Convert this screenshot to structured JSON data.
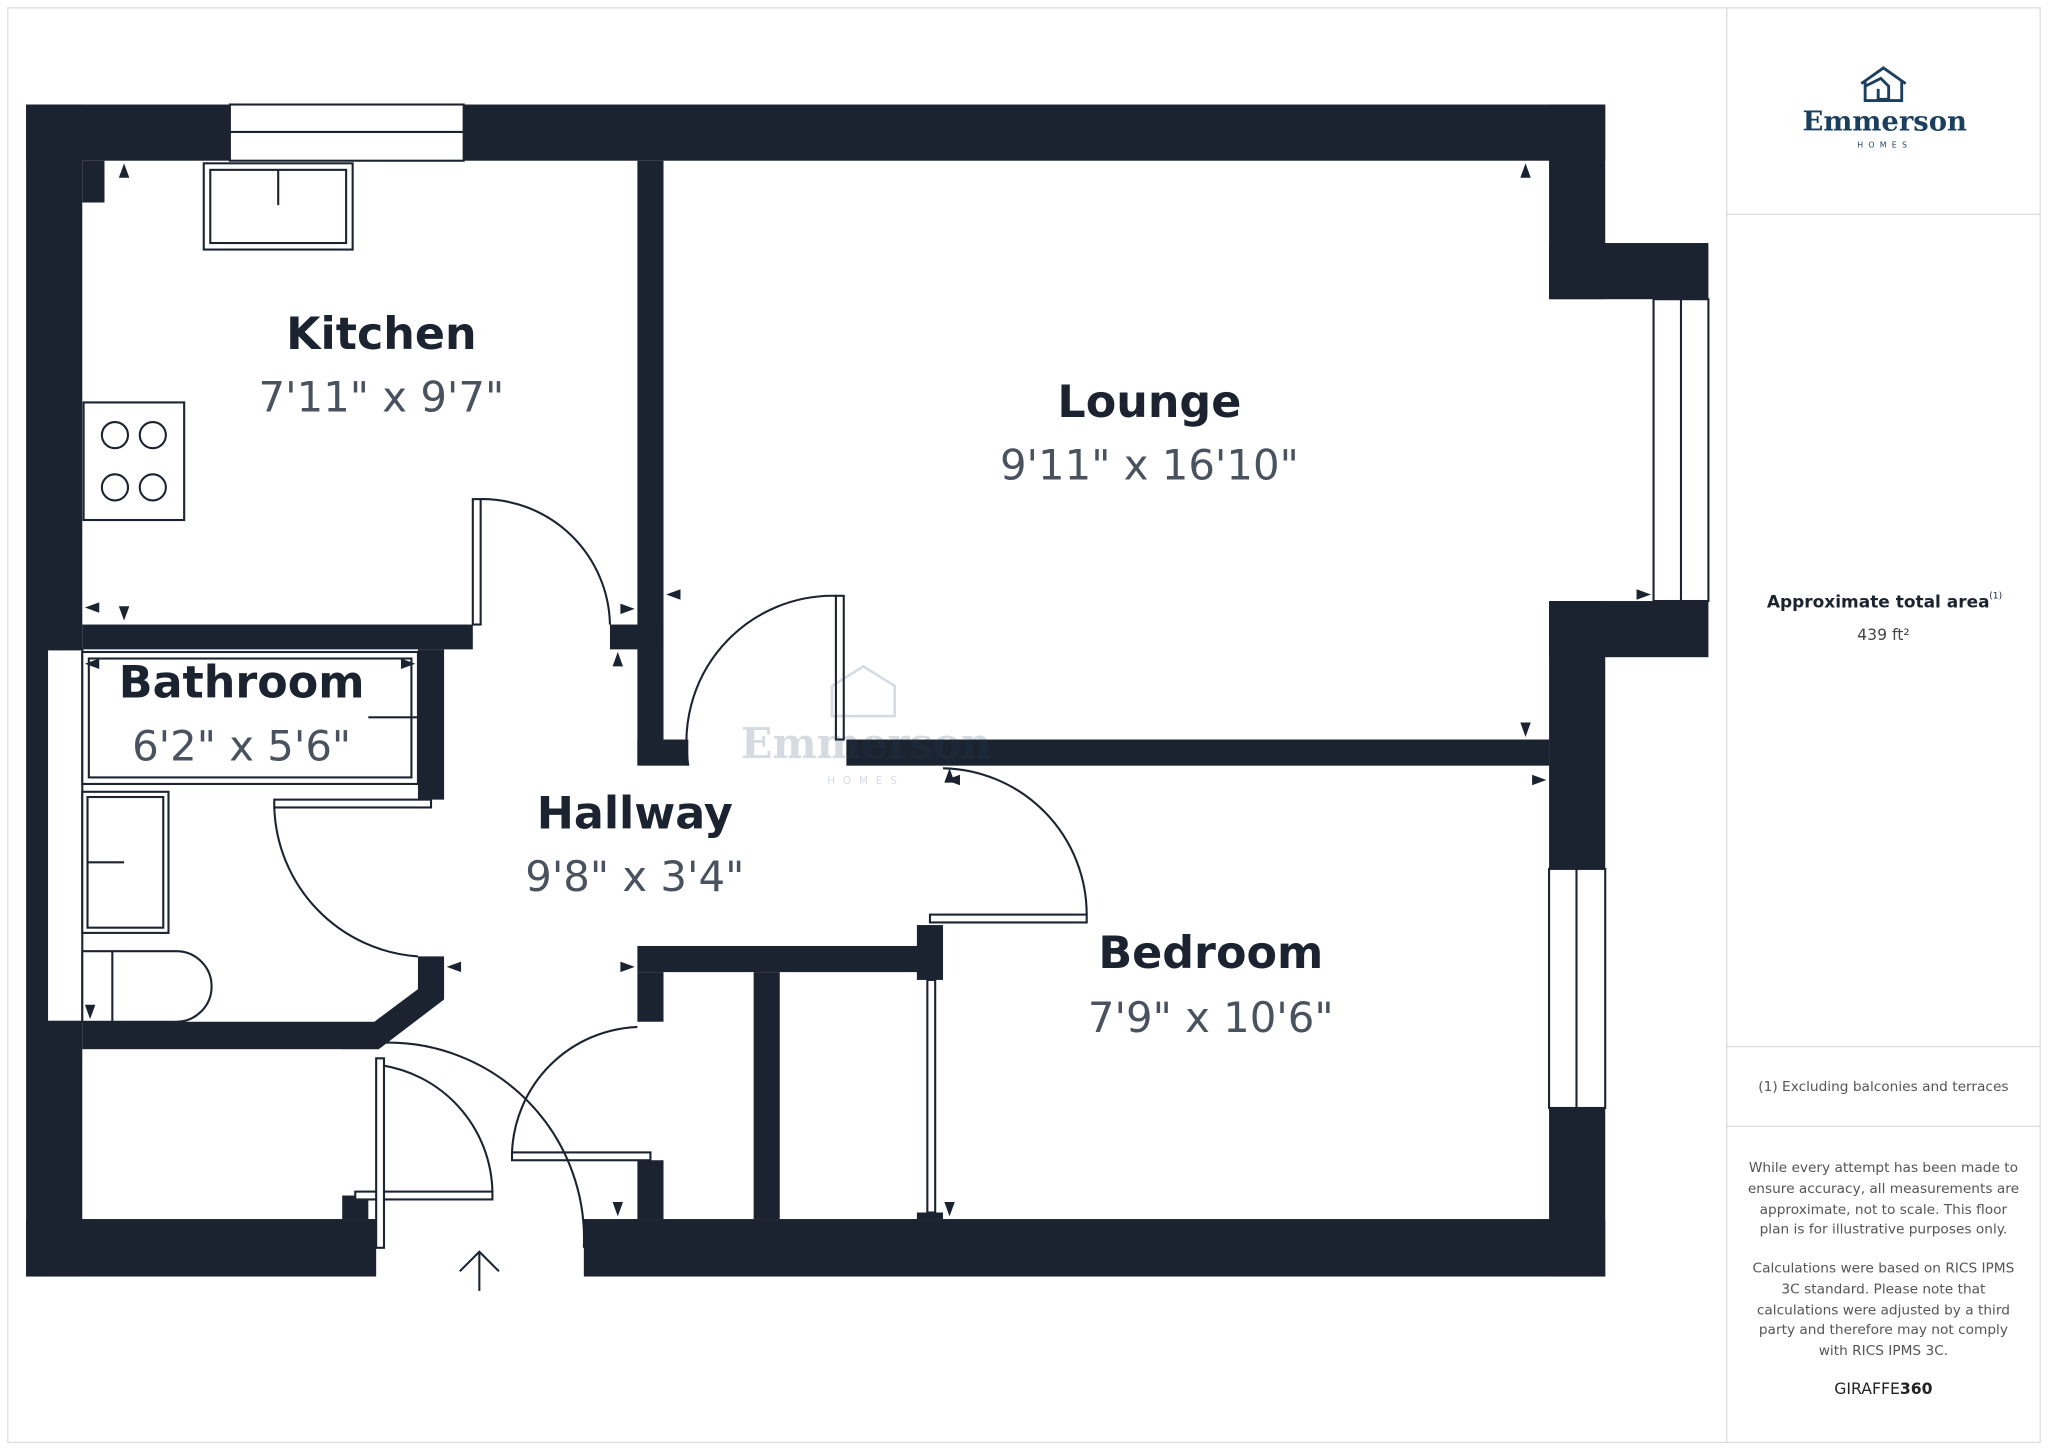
{
  "brand": {
    "name": "Emmerson",
    "sub": "HOMES",
    "color": "#1d3f5e"
  },
  "rooms": [
    {
      "name": "Kitchen",
      "size": "7'11\" x 9'7\""
    },
    {
      "name": "Lounge",
      "size": "9'11\" x 16'10\""
    },
    {
      "name": "Bathroom",
      "size": "6'2\" x 5'6\""
    },
    {
      "name": "Hallway",
      "size": "9'8\" x 3'4\""
    },
    {
      "name": "Bedroom",
      "size": "7'9\" x 10'6\""
    }
  ],
  "area": {
    "label": "Approximate total area",
    "note_marker": "(1)",
    "value": "439 ft²"
  },
  "footnote": "(1) Excluding balconies and terraces",
  "disclaimer": [
    "While every attempt has been made to",
    "ensure accuracy, all measurements are",
    "approximate, not to scale. This floor",
    "plan is for illustrative purposes only.",
    "",
    "Calculations were based on RICS IPMS",
    "3C standard. Please note that",
    "calculations were adjusted by a third",
    "party and therefore may not comply",
    "with RICS IPMS 3C."
  ],
  "credit": {
    "a": "GIRAFFE",
    "b": "360"
  },
  "wall_color": "#1c2330"
}
